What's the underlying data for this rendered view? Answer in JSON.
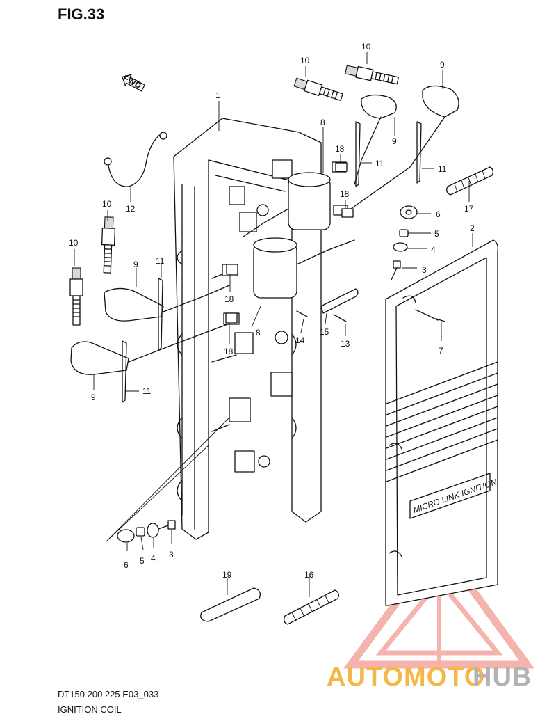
{
  "header": {
    "figure_title": "FIG.33"
  },
  "footer": {
    "model_code": "DT150 200 225 E03_033",
    "section_name": "IGNITION COIL"
  },
  "direction_marker": {
    "label": "FWD"
  },
  "cover": {
    "emblem_text": "MICRO LINK IGNITION"
  },
  "callouts": {
    "c1": "1",
    "c2": "2",
    "c3a": "3",
    "c3b": "3",
    "c4a": "4",
    "c4b": "4",
    "c5a": "5",
    "c5b": "5",
    "c6a": "6",
    "c6b": "6",
    "c7": "7",
    "c8a": "8",
    "c8b": "8",
    "c9a": "9",
    "c9b": "9",
    "c9c": "9",
    "c9d": "9",
    "c10a": "10",
    "c10b": "10",
    "c10c": "10",
    "c10d": "10",
    "c11a": "11",
    "c11b": "11",
    "c11c": "11",
    "c11d": "11",
    "c12": "12",
    "c13": "13",
    "c14": "14",
    "c15": "15",
    "c16": "16",
    "c17": "17",
    "c18a": "18",
    "c18b": "18",
    "c18c": "18",
    "c18d": "18",
    "c19": "19"
  },
  "watermark": {
    "part1": "AUTOMOTO",
    "part2": "HUB",
    "color_primary": "#f4a6a0",
    "color_accent": "#f5b64a",
    "color_secondary": "#b3b3b3"
  }
}
